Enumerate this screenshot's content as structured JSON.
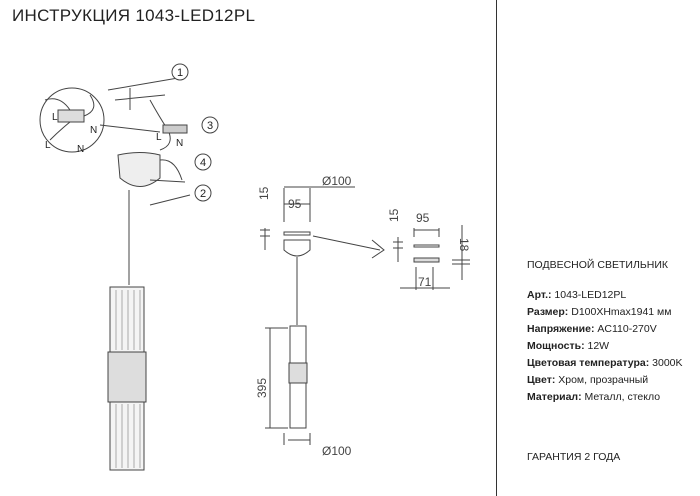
{
  "title": "ИНСТРУКЦИЯ 1043-LED12PL",
  "product_type": "ПОДВЕСНОЙ СВЕТИЛЬНИК",
  "specs": [
    {
      "label": "Арт.:",
      "value": "1043-LED12PL"
    },
    {
      "label": "Размер:",
      "value": "D100XHmax1941 мм"
    },
    {
      "label": "Напряжение:",
      "value": "AC110-270V"
    },
    {
      "label": "Мощность:",
      "value": "12W"
    },
    {
      "label": "Цветовая температура:",
      "value": "3000K"
    },
    {
      "label": "Цвет:",
      "value": "Хром, прозрачный"
    },
    {
      "label": "Материал:",
      "value": "Металл, стекло"
    }
  ],
  "warranty": "ГАРАНТИЯ 2 ГОДА",
  "callouts": [
    "1",
    "2",
    "3",
    "4"
  ],
  "wire_labels": {
    "l": "L",
    "n": "N"
  },
  "dimensions": {
    "d_top": "Ø100",
    "canopy_inner": "95",
    "canopy_h": "15",
    "plate_w": "95",
    "plate_h": "15",
    "bracket_h": "18",
    "bracket_w": "71",
    "shade_h": "395",
    "d_bottom": "Ø100"
  }
}
